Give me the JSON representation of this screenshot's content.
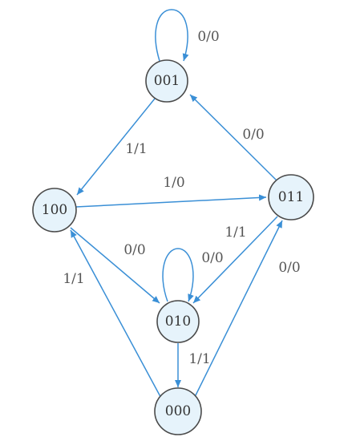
{
  "colors": {
    "edge": "#3a8fd6",
    "node_fill": "#e6f3fb",
    "node_stroke": "#4a4a4a"
  },
  "nodes": [
    {
      "id": "001",
      "label": "001"
    },
    {
      "id": "100",
      "label": "100"
    },
    {
      "id": "011",
      "label": "011"
    },
    {
      "id": "010",
      "label": "010"
    },
    {
      "id": "000",
      "label": "000"
    }
  ],
  "edges": [
    {
      "from": "001",
      "to": "001",
      "label": "0/0"
    },
    {
      "from": "001",
      "to": "100",
      "label": "1/1"
    },
    {
      "from": "011",
      "to": "001",
      "label": "0/0"
    },
    {
      "from": "100",
      "to": "011",
      "label": "1/0"
    },
    {
      "from": "100",
      "to": "010",
      "label": "0/0"
    },
    {
      "from": "011",
      "to": "010",
      "label": "1/1"
    },
    {
      "from": "010",
      "to": "010",
      "label": "0/0"
    },
    {
      "from": "000",
      "to": "100",
      "label": "1/1"
    },
    {
      "from": "000",
      "to": "011",
      "label": "0/0"
    },
    {
      "from": "010",
      "to": "000",
      "label": "1/1"
    }
  ]
}
